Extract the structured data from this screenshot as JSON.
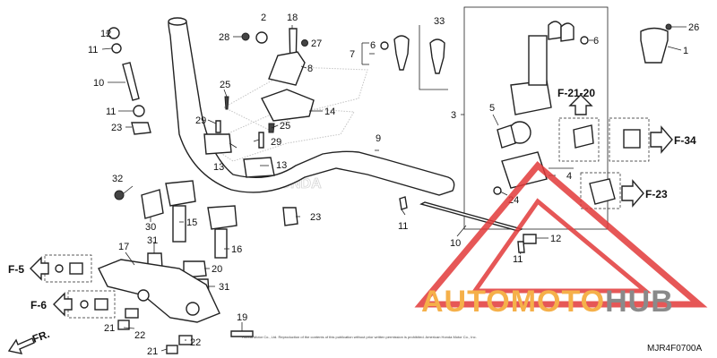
{
  "diagram": {
    "part_numbers": {
      "p1": "1",
      "p2": "2",
      "p3": "3",
      "p4": "4",
      "p5": "5",
      "p6a": "6",
      "p6b": "6",
      "p7": "7",
      "p8": "8",
      "p9": "9",
      "p10a": "10",
      "p10b": "10",
      "p11a": "11",
      "p11b": "11",
      "p11c": "11",
      "p11d": "11",
      "p12a": "12",
      "p12b": "12",
      "p13a": "13",
      "p13b": "13",
      "p14": "14",
      "p15": "15",
      "p16": "16",
      "p17": "17",
      "p18": "18",
      "p19": "19",
      "p20": "20",
      "p21a": "21",
      "p21b": "21",
      "p22a": "22",
      "p22b": "22",
      "p23a": "23",
      "p23b": "23",
      "p24": "24",
      "p25a": "25",
      "p25b": "25",
      "p26": "26",
      "p27": "27",
      "p28": "28",
      "p29a": "29",
      "p29b": "29",
      "p30": "30",
      "p31a": "31",
      "p31b": "31",
      "p32": "32",
      "p33": "33"
    },
    "refs": {
      "f2120": "F-21-20",
      "f34": "F-34",
      "f23": "F-23",
      "f5": "F-5",
      "f6": "F-6",
      "fr": "FR."
    },
    "diagram_code": "MJR4F0700A",
    "brand_text": "HONDA",
    "fine_print": "Honda Motor Co., Ltd. Reproduction of the contents of this publication without prior written permission is prohibited. American Honda Motor Co., Inc."
  },
  "watermark": {
    "text_a": "AUTO",
    "text_b": "MOTO",
    "text_c": "HUB",
    "color_orange": "#f5b04a",
    "color_gray": "#8a8a8a",
    "color_red": "#e23a3a"
  }
}
